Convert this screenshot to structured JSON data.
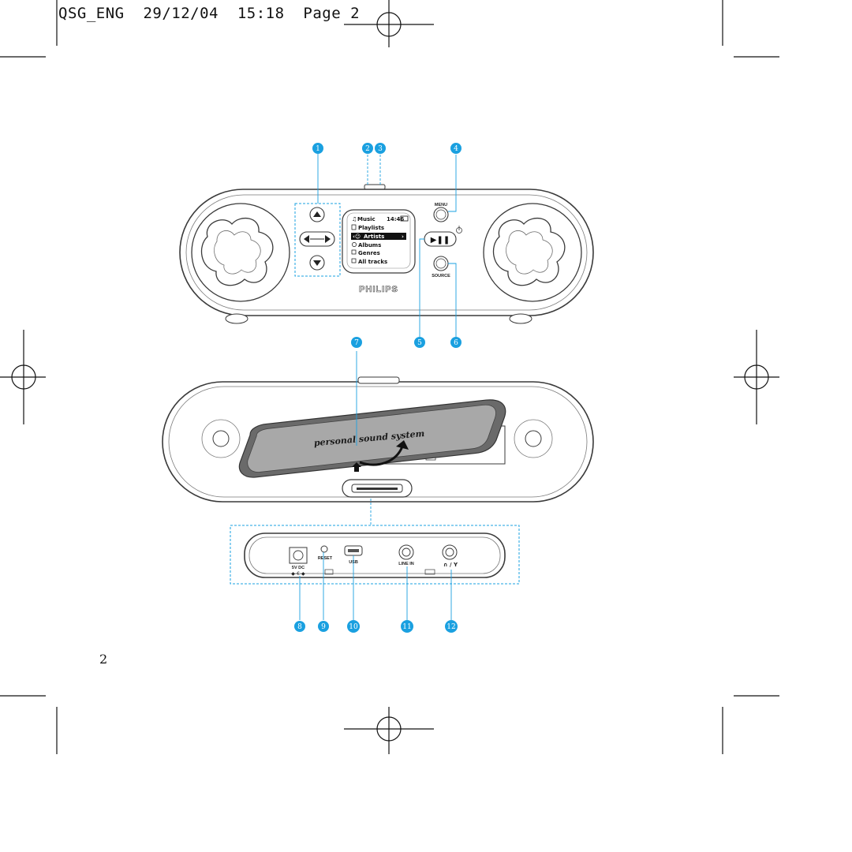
{
  "header": {
    "text": "QSG_ENG  29/12/04  15:18  Page 2"
  },
  "page_number": "2",
  "device_top": {
    "brand": "PHILIPS",
    "menu_label": "MENU",
    "source_label": "SOURCE",
    "lcd": {
      "title": "Music",
      "time": "14:46",
      "items": [
        "Playlists",
        "Artists",
        "Albums",
        "Genres",
        "All tracks"
      ],
      "selected_item": "Artists"
    }
  },
  "device_middle": {
    "lid_text": "personal sound system"
  },
  "device_back": {
    "labels": {
      "dc": "5V DC",
      "reset": "RESET",
      "usb": "USB",
      "line_in": "LINE IN",
      "headphone": "∩ / Y"
    }
  },
  "callouts": [
    "1",
    "2",
    "3",
    "4",
    "5",
    "6",
    "7",
    "8",
    "9",
    "10",
    "11",
    "12"
  ],
  "colors": {
    "callout": "#1aa0e0",
    "leader": "#1aa0e0",
    "outline": "#3a3a3a",
    "lid": "#9a9a9a"
  }
}
